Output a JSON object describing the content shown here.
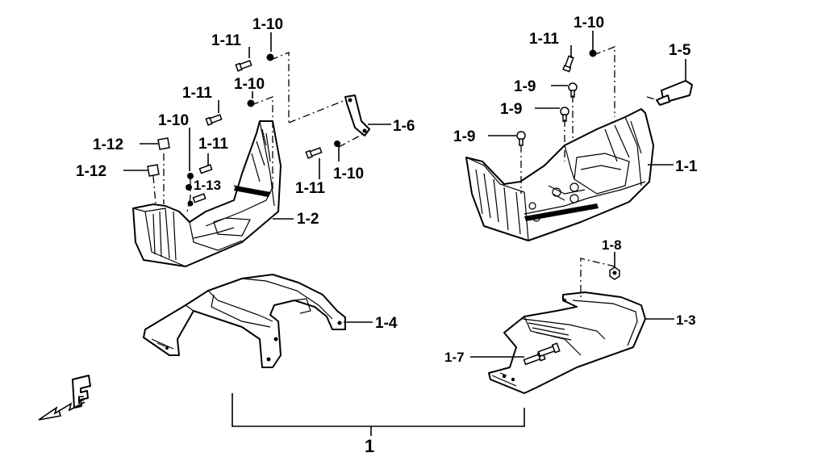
{
  "diagram": {
    "assembly_label": "1",
    "callouts": [
      {
        "id": "c-1-10-top-left",
        "text": "1-10"
      },
      {
        "id": "c-1-11-top-left",
        "text": "1-11"
      },
      {
        "id": "c-1-11-mid-left",
        "text": "1-11"
      },
      {
        "id": "c-1-10-mid-left",
        "text": "1-10"
      },
      {
        "id": "c-1-10-left",
        "text": "1-10"
      },
      {
        "id": "c-1-12-a",
        "text": "1-12"
      },
      {
        "id": "c-1-12-b",
        "text": "1-12"
      },
      {
        "id": "c-1-11-left",
        "text": "1-11"
      },
      {
        "id": "c-1-13",
        "text": "1-13"
      },
      {
        "id": "c-1-2",
        "text": "1-2"
      },
      {
        "id": "c-1-6",
        "text": "1-6"
      },
      {
        "id": "c-1-10-center",
        "text": "1-10"
      },
      {
        "id": "c-1-11-center",
        "text": "1-11"
      },
      {
        "id": "c-1-4",
        "text": "1-4"
      },
      {
        "id": "c-1-11-top-right",
        "text": "1-11"
      },
      {
        "id": "c-1-10-top-right",
        "text": "1-10"
      },
      {
        "id": "c-1-5",
        "text": "1-5"
      },
      {
        "id": "c-1-9-a",
        "text": "1-9"
      },
      {
        "id": "c-1-9-b",
        "text": "1-9"
      },
      {
        "id": "c-1-9-c",
        "text": "1-9"
      },
      {
        "id": "c-1-1",
        "text": "1-1"
      },
      {
        "id": "c-1-8",
        "text": "1-8"
      },
      {
        "id": "c-1-3",
        "text": "1-3"
      },
      {
        "id": "c-1-7",
        "text": "1-7"
      }
    ],
    "front_marker": "F"
  }
}
